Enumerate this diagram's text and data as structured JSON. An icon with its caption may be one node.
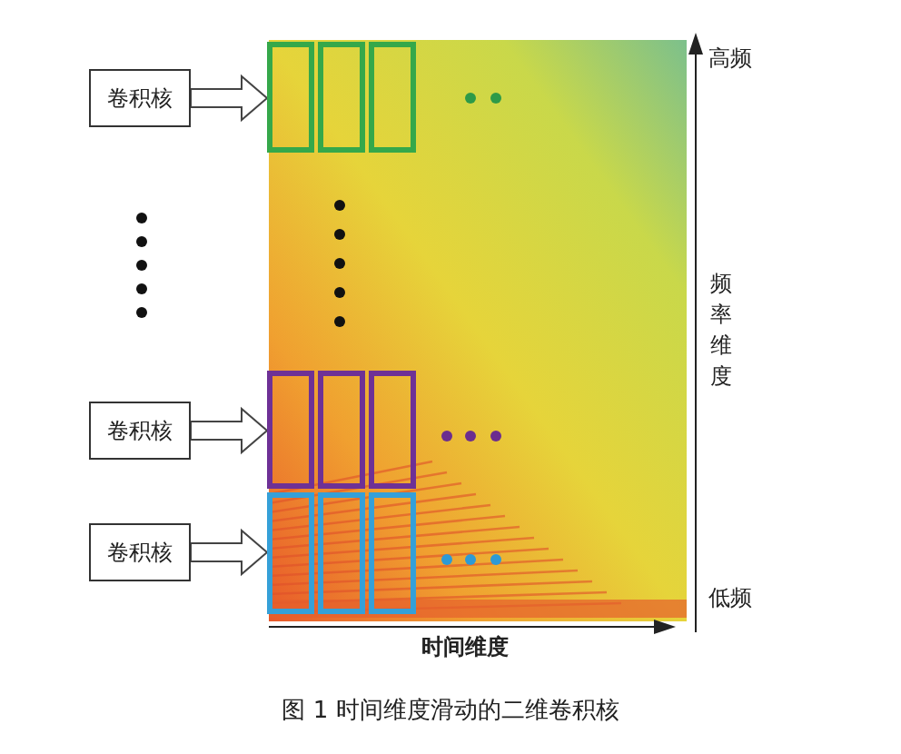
{
  "diagram": {
    "caption": "图 1 时间维度滑动的二维卷积核",
    "nodes": [
      {
        "text": [
          "卷积核"
        ]
      },
      {
        "text": [],
        "shape": "box"
      },
      {
        "text": [],
        "shape": "box"
      },
      {
        "text": [],
        "shape": "box"
      },
      {
        "text": [
          "卷积核"
        ]
      },
      {
        "text": [],
        "shape": "box"
      },
      {
        "text": [],
        "shape": "box"
      },
      {
        "text": [],
        "shape": "box"
      },
      {
        "text": [
          "卷积核"
        ]
      },
      {
        "text": [],
        "shape": "box"
      },
      {
        "text": [],
        "shape": "box"
      },
      {
        "text": [],
        "shape": "box"
      }
    ],
    "edges": [
      {
        "from": 0,
        "to": 1,
        "arrow": "to"
      },
      {
        "from": 4,
        "to": 5,
        "arrow": "to"
      },
      {
        "from": 8,
        "to": 9,
        "arrow": "to"
      }
    ],
    "labels": [
      "高频",
      "频率维度",
      "低频",
      "时间维度"
    ]
  }
}
